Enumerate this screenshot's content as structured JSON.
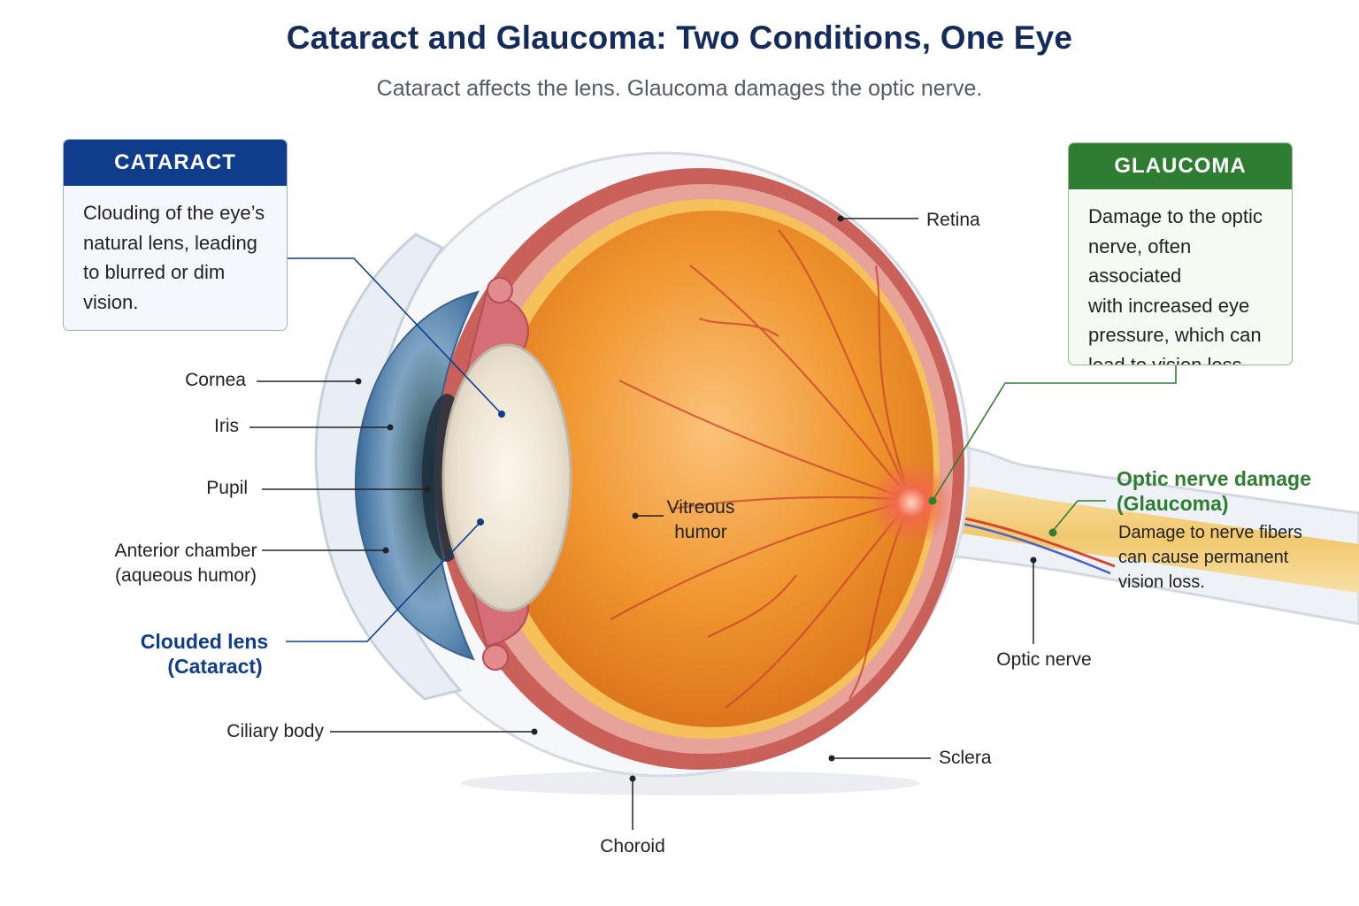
{
  "header": {
    "title": "Cataract and Glaucoma: Two Conditions, One Eye",
    "subtitle": "Cataract affects the lens. Glaucoma damages the optic nerve."
  },
  "cataract_box": {
    "heading": "CATARACT",
    "lines": [
      "Clouding of the eye’s",
      "natural lens, leading",
      "to blurred or dim",
      "vision."
    ]
  },
  "glaucoma_box": {
    "heading": "GLAUCOMA",
    "lines": [
      "Damage to the optic",
      "nerve, often associated",
      "with increased eye",
      "pressure, which can",
      "lead to vision loss."
    ]
  },
  "labels": {
    "cornea": "Cornea",
    "iris": "Iris",
    "pupil": "Pupil",
    "anterior_chamber": "Anterior chamber",
    "anterior_chamber_sub": "(aqueous humor)",
    "clouded_lens": "Clouded lens",
    "clouded_lens_sub": "(Cataract)",
    "ciliary_body": "Ciliary body",
    "choroid": "Choroid",
    "sclera": "Sclera",
    "optic_nerve": "Optic nerve",
    "retina": "Retina",
    "vitreous_1": "Vitreous",
    "vitreous_2": "humor",
    "optic_damage": "Optic nerve damage",
    "optic_damage_sub": "(Glaucoma)",
    "optic_damage_desc": [
      "Damage to nerve fibers",
      "can cause permanent",
      "vision loss."
    ]
  },
  "colors": {
    "title": "#142c5c",
    "cataract_accent": "#0f3d8c",
    "glaucoma_accent": "#2e7d32",
    "eye_interior": "#f0962f",
    "iris": "#4f7fa8",
    "lens": "#efe6d6",
    "nerve": "#f4d088",
    "damage": "#e8372b"
  }
}
